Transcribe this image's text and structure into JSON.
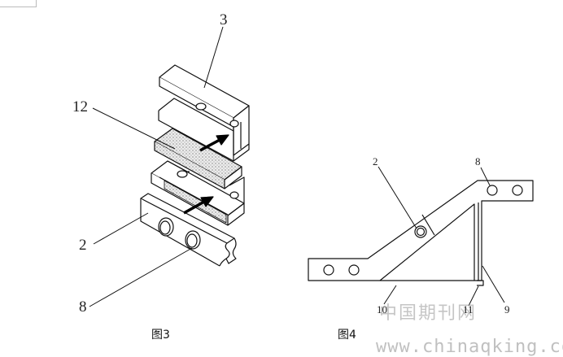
{
  "figure3": {
    "caption": "图3",
    "labels": {
      "part3": "3",
      "part12": "12",
      "part2": "2",
      "part8": "8"
    }
  },
  "figure4": {
    "caption": "图4",
    "labels": {
      "part2": "2",
      "part8": "8",
      "part10": "10",
      "part11": "11",
      "part9": "9"
    }
  },
  "watermark": {
    "chinese": "中国期刊网",
    "url": "www.chinaqking.com"
  }
}
